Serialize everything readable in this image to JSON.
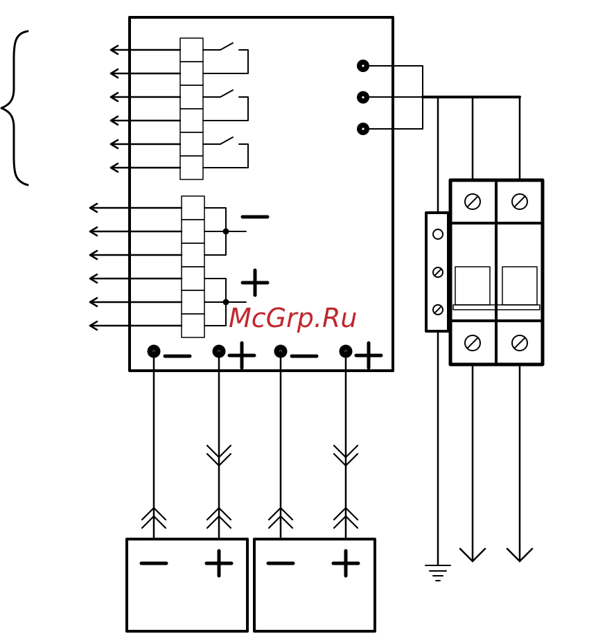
{
  "watermark": {
    "text": "McGrp.Ru",
    "color": "#c0272d"
  },
  "colors": {
    "line": "#000000",
    "background": "#ffffff"
  },
  "controller": {
    "relay_outputs": {
      "count": 3
    },
    "dc_outputs": {
      "terminal_count": 6,
      "polarity_labels": [
        "−",
        "+"
      ]
    },
    "battery_terminals": [
      {
        "polarity": "−"
      },
      {
        "polarity": "+"
      },
      {
        "polarity": "−"
      },
      {
        "polarity": "+"
      }
    ],
    "ac_input_terminals": {
      "count": 3
    }
  },
  "batteries": [
    {
      "neg_label": "−",
      "pos_label": "+"
    },
    {
      "neg_label": "−",
      "pos_label": "+"
    }
  ],
  "circuit_breaker": {
    "poles": 2
  },
  "terminal_block": {
    "screws": 3
  },
  "icons": [
    "brace-icon",
    "arrow-icon",
    "relay-switch-icon",
    "screw-icon",
    "ground-icon",
    "connector-icon"
  ]
}
